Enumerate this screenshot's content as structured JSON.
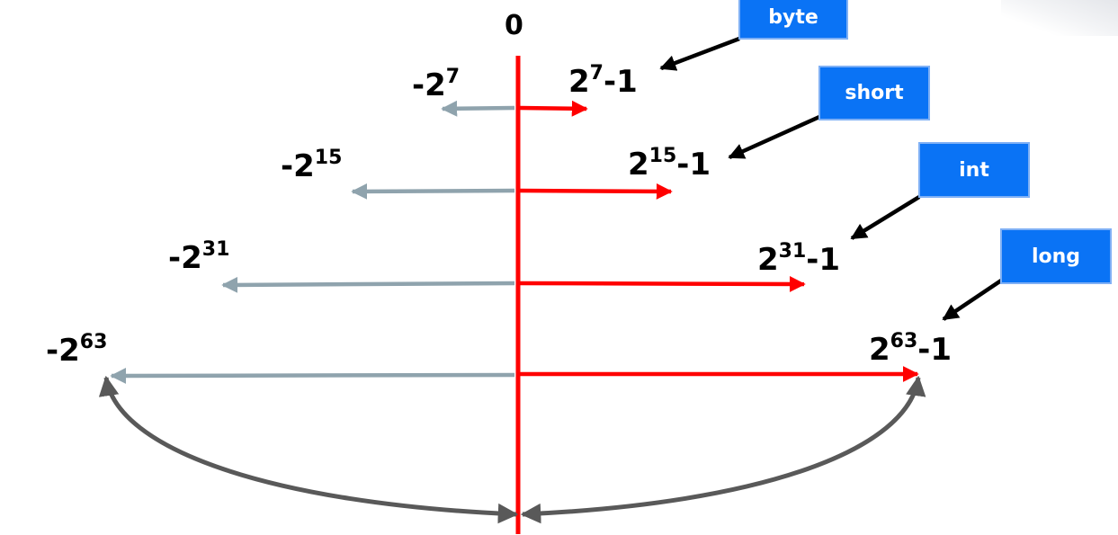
{
  "zero_label": "0",
  "types": [
    {
      "name": "byte",
      "min_base": "-2",
      "min_exp": "7",
      "max_base": "2",
      "max_exp": "7",
      "max_suffix": "-1"
    },
    {
      "name": "short",
      "min_base": "-2",
      "min_exp": "15",
      "max_base": "2",
      "max_exp": "15",
      "max_suffix": "-1"
    },
    {
      "name": "int",
      "min_base": "-2",
      "min_exp": "31",
      "max_base": "2",
      "max_exp": "31",
      "max_suffix": "-1"
    },
    {
      "name": "long",
      "min_base": "-2",
      "min_exp": "63",
      "max_base": "2",
      "max_exp": "63",
      "max_suffix": "-1"
    }
  ],
  "colors": {
    "axis": "#ff0000",
    "positive_arrow": "#ff0000",
    "negative_arrow": "#8fa3ad",
    "pointer_arrow": "#000000",
    "wrap_arrow": "#595959",
    "tag_fill": "#0a73f5",
    "tag_border": "#7fb0f5"
  }
}
